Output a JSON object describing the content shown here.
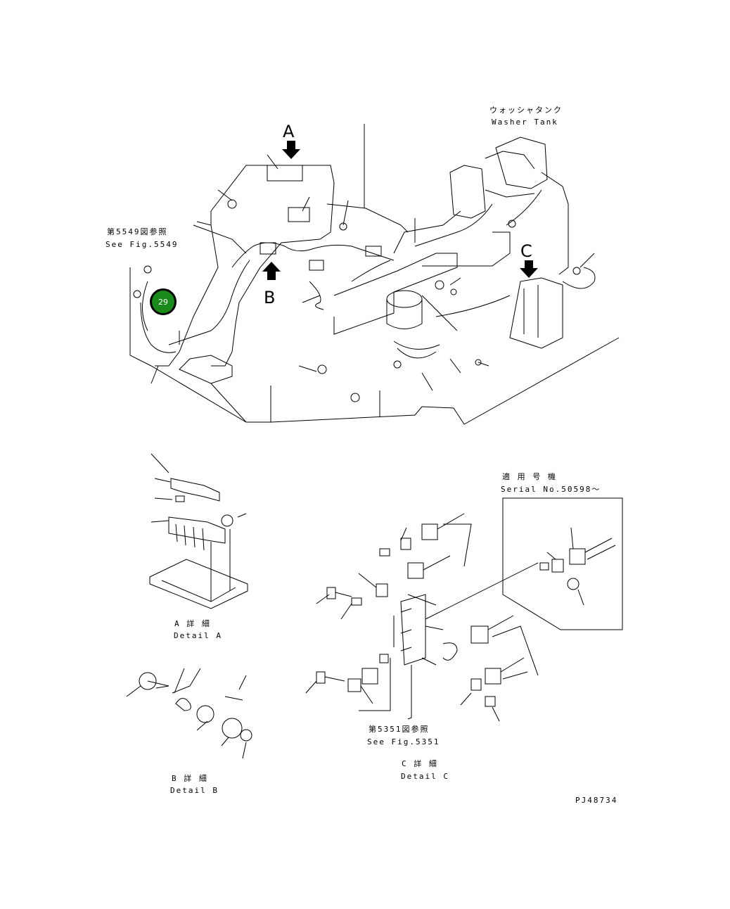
{
  "markers": {
    "a": "A",
    "b": "B",
    "c": "C"
  },
  "washer_tank": {
    "jp": "ウォッシャタンク",
    "en": "Washer Tank"
  },
  "see_fig_5549": {
    "jp": "第5549図参照",
    "en": "See Fig.5549"
  },
  "callout_number": "29",
  "detail_a": {
    "jp": "A 詳 細",
    "en": "Detail A"
  },
  "detail_b": {
    "jp": "B 詳 細",
    "en": "Detail B"
  },
  "detail_c": {
    "jp": "C 詳 細",
    "en": "Detail C"
  },
  "see_fig_5351": {
    "jp": "第5351図参照",
    "en": "See Fig.5351"
  },
  "serial": {
    "jp": "適 用 号 機",
    "en": "Serial No.50598～"
  },
  "part_code": "PJ48734",
  "colors": {
    "line": "#000000",
    "callout_fill": "#1a8a1a",
    "callout_text": "#ffffff"
  }
}
